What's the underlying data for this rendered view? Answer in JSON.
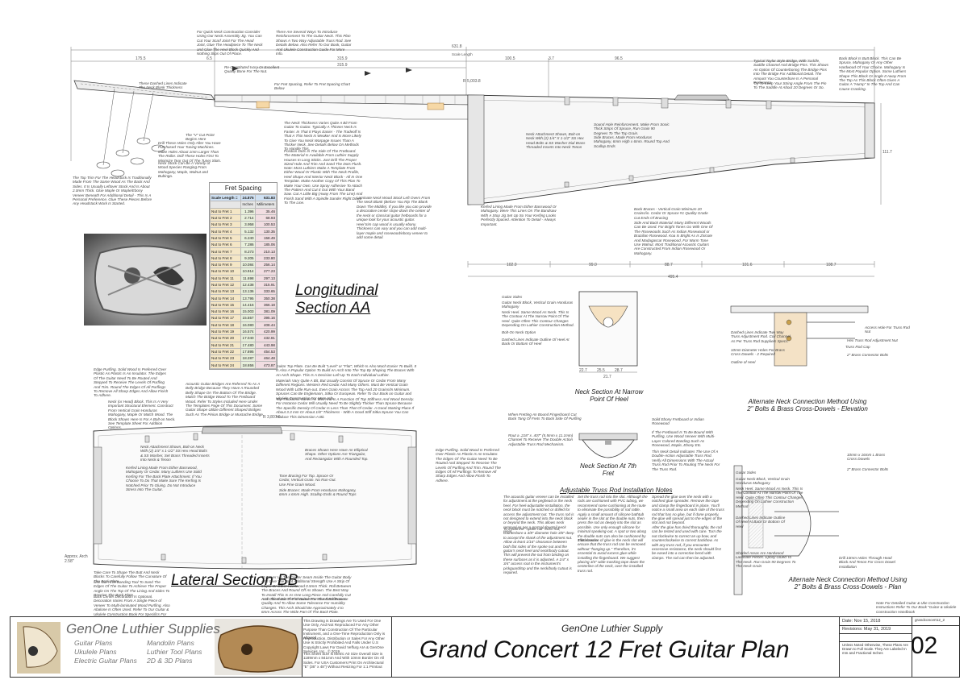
{
  "sections": {
    "longitudinal": "Longitudinal\nSection AA",
    "lateral": "Lateral Section BB",
    "neck_narrow": "Neck Section At Narrow\nPoint Of Heel",
    "neck_7th": "Neck Section At 7th\nFret",
    "alt_elevation": "Alternate Neck Connection Method Using\n2\" Bolts & Brass Cross-Dowels - Elevation",
    "alt_plan": "Alternate Neck Connection Method Using\n2\" Bolts & Brass Cross-Dowels - Plan",
    "truss_title": "Adjustable Truss Rod Installation Notes"
  },
  "fret_table": {
    "title": "Fret Spacing",
    "scale_label": "Scale Length =",
    "scale_in": "24.875",
    "scale_mm": "631.83",
    "col_in": "Inches",
    "col_mm": "Millimeters",
    "rows": [
      [
        "Nut to Fret 1",
        "1.396",
        "35.46"
      ],
      [
        "Nut to Fret 2",
        "2.714",
        "68.93"
      ],
      [
        "Nut to Fret 3",
        "3.958",
        "100.53"
      ],
      [
        "Nut to Fret 4",
        "5.132",
        "130.35"
      ],
      [
        "Nut to Fret 5",
        "6.240",
        "158.49"
      ],
      [
        "Nut to Fret 6",
        "7.286",
        "185.06"
      ],
      [
        "Nut to Fret 7",
        "8.273",
        "210.13"
      ],
      [
        "Nut to Fret 8",
        "9.205",
        "233.80"
      ],
      [
        "Nut to Fret 9",
        "10.084",
        "256.14"
      ],
      [
        "Nut to Fret 10",
        "10.914",
        "277.23"
      ],
      [
        "Nut to Fret 11",
        "11.698",
        "297.13"
      ],
      [
        "Nut to Fret 12",
        "12.438",
        "315.91"
      ],
      [
        "Nut to Fret 13",
        "13.136",
        "333.65"
      ],
      [
        "Nut to Fret 14",
        "13.795",
        "350.38"
      ],
      [
        "Nut to Fret 15",
        "14.416",
        "366.18"
      ],
      [
        "Nut to Fret 16",
        "15.003",
        "381.09"
      ],
      [
        "Nut to Fret 17",
        "15.557",
        "395.16"
      ],
      [
        "Nut to Fret 18",
        "16.080",
        "408.44"
      ],
      [
        "Nut to Fret 19",
        "16.574",
        "420.99"
      ],
      [
        "Nut to Fret 20",
        "17.040",
        "432.81"
      ],
      [
        "Nut to Fret 21",
        "17.480",
        "443.98"
      ],
      [
        "Nut to Fret 22",
        "17.895",
        "454.53"
      ],
      [
        "Nut to Fret 23",
        "18.287",
        "464.48"
      ],
      [
        "Nut to Fret 24",
        "18.656",
        "473.87"
      ]
    ]
  },
  "dims": {
    "overall": "631.8",
    "d175": "175.5",
    "d6": "6.5",
    "d315": "315.9",
    "d316": "315.9",
    "d100": "100.5",
    "d37": "3.7",
    "d96": "96.5",
    "r": "R 5,003.8",
    "scale_label": "Scale Length",
    "b102": "102.0",
    "b99": "99.0",
    "b88": "88.7",
    "b101": "101.6",
    "b108": "108.7",
    "total": "495.4",
    "h111": "111.7",
    "lat_r": "R 3,807.6",
    "approx": "Approx. Arch\n2.58\"",
    "n1": "22.7",
    "n2": "25.5",
    "n3": "28.7",
    "n4": "21.7"
  },
  "notes": {
    "n01": "For Quick Neck Construction Consider Using Our Neck Assembly Jig. You Can Cut Your Scarf Joint For The Head Joint, Glue The Headpiece To The Neck and Glue The Heel Block Quickly And Nothing Slips Out Of Place.",
    "n02": "There Are Several Ways To Introduce Reinforcement To The Guitar Neck. This Plan Shows A Two Way Adjustable Truss Rod. See Details Below. Also Refer To Our Book, Guitar And Ukulele Construction Guide For More Info.",
    "n03": "Re-Constituted Ivory Or Excellent Quality Bone For The Nut.",
    "n04": "These Dashed Lines Indicate The Neck Blank Thickness",
    "n05": "For Fret Spacing, Refer To Fret Spacing Chart Below",
    "n06": "The \"V\" Cut Point Begins Here",
    "n07": "Drill These Holes Only After You Have Purchased Your Tuning Machines. Make Holes About 1mm Larger Than The Roller. Drill These Holes First To Minimize Tear Out Of The Tuner Slots.",
    "n08": "Neck Stock Can Be A Variety of Wood Species Ranging From Mahogany, Maple, Walnut and Bubinga.",
    "n09": "The Top Trim For The Headstock Is Traditionally Made From The Same Wood As The Back And Sides. It Is Usually Leftover Stock And Is About 2.0mm Thick. Glue Maple Or Maple/Ebony Veneer Beneath For Additional Detail - This Is A Personal Preference. Glue These Pieces Before Any Headstock Work Is Started.",
    "n10": "The Neck Thickness Varies Quite A Bit From Guitar To Guitar. Typically A Thinner Neck Is Faster. In That It Plays Easier - The Tradeoff Is That A Thin Neck Is Weaker And Is More Likely To Give You Neck Warpage Issues Than A Thicker Neck. See Details Below On Methods To Handle This.",
    "n11": "Position Dots In The Side Of The Fretboard. The Material Is Available From Luthier Supply Houses In Long Sticks. Just Drill The Proper Sized Hole And Trim And Sand The Dots Flush.",
    "n12": "Note: Most Luthiers Make A Template From Either Wood Or Plastic With The Neck Profile, Heel Shape And Interior Neck Block - All In One Template. Make Another Copy Of This Plan To Make Your Own. Use Spray Adhesive To Attach The Pattern And Cut It Out With Your Band Saw. Cut A Little Big (Away From The Line) And Finish Sand With A Spindle Sander Right Down To The Line.",
    "n13": "Laminate Neck Wood Stock Left Overs From The Neck Blank (Before You Rip The Blank Down The Middle). If you like you can provide a decorative center stripe down the center of the neck or classical guitar fretboards for a unique look for your acoustic guitar.",
    "n14": "Heel trim cap wood is usually ebony. Thickness can vary and you can add multi-layer maple and rosewood/ebony veneer to add some detail.",
    "n15": "Neck Attachment Shown, Bolt-on Neck With (2) 1/4\" X 1-1/2\" SS Hex Head Bolts & SS Washer Dial Brass Threaded Inserts Into Neck Tenon",
    "n16": "Kerfed Lining Made From Either Basswood Or Mahogany. Were This Lines On The Bandsaw With A Stop Jig Set Up So Your Kerfing Looks Perfectly Spaced. Attention To Detail - Always Important.",
    "n17": "Sound Hole Reinforcement. Make From Sonic Thick Strips Of Spruce, Run Grain 90 Degrees To The Top Grain.",
    "n18": "Side Braces. Made From Honduras Mahogany, 6mm High x 6mm. Round Top And Scallop Ends",
    "n19": "Typical Taylor Style Bridge, With Saddle, Saddle Channel And Bridge Pins. This Shows An Option Of Counterboring The Bridge Pins Into The Bridge For Additional Detail. The Amount You Counterbore Is A Personal Preference.",
    "n20": "Try To Keep Your String Angle From The Pin To The Saddle At About 20 Degrees Or So.",
    "n21": "Back Block Is Butt Block. This Can Be Spruce, Mahogany Or Any Other Hardwood Of Your Choice. Mahogany Is The Most Popular Option. Some Luthiers Shape This Block Or Angle It Away From The Top As This Block Often Gives A Guitar A \"Hump\" In The Top And Can Cause Cracking.",
    "n22": "Back Braces - Vertical Grain Minimum 20 Grains/in. Cedar Or Spruce #1 Quality Grade Cut Ends Of Bracing",
    "n23": "Side And Back Material: Many Different Woods Can Be Used. For Bright Tones Go With One Of The Rosewoods Such As Indian Rosewood or Brazilian Rosewood. Koa Is Bright As Is Ziricote And Madagascar Rosewood. For Warm Tone Use Walnut. Most Traditional Acoustic Guitars Are Constructed From Indian Rosewood Or Mahogany.",
    "n24": "Edge Purfling. Solid Wood Is Preferred Over Plastic As Plastic Is An Insulator. The Edges Of The Guitar Need To Be Routed And Stepped To Receive The Levels Of Purfling And Trim. Round The Edges Of All Purflings To Remove All Sharp Edges And Allow Finish To Adhere.",
    "n25": "Neck (or Head) Block. This Is A Very Important Structural Element. Construct From Vertical Grain Honduras Mahogany, Maple Or Match Wood. The Block Shows Here Is For A Bolt-on Neck. See Template Sheet For Addition Options.",
    "n26": "Acoustic Guitar Bridges Are Referred To As A Belly Bridge Because They Have A Rounded Belly Shape On The Bottom Of The Bridge. Match The Bridge Wood To The Fretboard Wood. Refer To Styles Included Here Under The Templates Page Of This Document. Some Guitar Shape Utilize Different Shaped Bridges Such As The Pinion Bridge or Mustache Bridge.",
    "n27": "Guitar Top Plate. Can Be Built \"Level\" or \"Flat\", Which Is Also Much Easier To Build. It Is Also A Popular Option To Build An Arch Into The Top By Shaping The Braces With An Arch Shape. This Is A Decision Left Up To Each Individual Luthier.",
    "n28": "Materials Vary Quite A Bit, But Usually Consist Of Spruce Or Cedar From Many Different Regions. Western Red Cedar And Many Others. Must Be Vertical Grain Wood With Little Run-out. Even Grain Across The Top And 20 Grains/In Minimum. Spruces Can Be Englemann, Sitka Or European. Refer To Our Book on Guitar and Ukulele Construction For More Info.",
    "n29": "Top Thickness Varies As Well And Is A Function Of Top Stiffness And Wood Density. For Instance Cedar Will Usually Need To Be Slightly Thicker Than Spruce Because The Specific Density Of Cedar Is Less Than That Of Cedar. A Good Starting Place If About 3.3 mm Or About 1/8\" Thickness - With A Good Stiff Sitka Spruce You Can Reduce This Dimension A Bit.",
    "n30": "Neck Attachment Shown, Bolt-on Neck With (2) 1/4\" x 1-1/2\" SS Hex Head Bolts & SS Washer, Set Brass Threaded Inserts Into Neck & Tenon",
    "n31": "Kerfed Lining Made From Either Basswood, Mahogany Or Cedar. Many Luthiers Use Solid Kerfing For The Back Plate Attachment. If You Choose To Do That Make Sure The Kerfing Is Notched Prior To Gluing. Do Not Introduce Stress Into The Guitar.",
    "n32": "Braces Shown Here Have An Elliptical Shape. Other Options Are Triangular, And Rectangular With A Rounded Top.",
    "n33": "Tone Bracing For Top. Spruce Or Cedar, Vertical Grain. No Run-Out. Use Fine Grain Wood.",
    "n34": "Side Braces: Made From Honduras Mahogany, 6mm x 6mm High. Scallop Ends & Round Tops",
    "n35": "Edge Purfling. Solid Wood Is Preferred Over Plastic As Plastic Is An Insulator. The Edges Of The Guitar Need To Be Routed And Stepped To Receive The Levels Of Purfling And Trim. Round The Edges Of All Purflings To Remove All Sharp Edges And Allow Finish To Adhere.",
    "n36": "Take Care To Shape The Butt And Neck Blocks To Carefully Follow The Curvature Of The Back Plate.",
    "n37": "Use Our Arch Sanding Tool To Sand The Edges Of The Guitar To Achieve The Proper Angle On The Top Of The Lining And Sides To Receive The Back Plate.",
    "n38": "Back Center Decoration Is Optional. Decoration Varies From A Single Piece of Veneer To Multi-laminated Wood Purfling. Also Abalone Is Often Used. Refer To Our Guitar & Ukulele Construction Book For Specifics For Making And Installing The Center Decoration.",
    "n39": "To Cover Up The Center Seam Inside The Guitar Body And Give The Joint Additional Strength Use A Strip Of Maple Or Other Hardwood 0.5mm Thick. Roll Between The Braces And Round Off As Shown. The Best Way To Install This Is As One Long Piece And Carefully Cut And Chisel Out The Channels For The Back Braces.",
    "n40": "Arch The Back Of The Guitar For Sound Reflectance Quality And To Allow Some Tolerance For Humidity Changes. This Arch Should Be Approximately 4 to 6mm Across The Wide Part Of The Back Plate.",
    "n41": "Guitar Sides",
    "n42": "Guitar Neck Block, Vertical Grain Honduras Mahogany",
    "n43": "Neck Heel. Same Wood As Neck. This Is The Contour At The Narrow Point Of The Heel. Quite Often This Contour Changes Depending On Luthier Construction Method.",
    "n44": "Bolt-On Neck Option",
    "n45": "Dashed Lines Indicate Outline Of Heel At Back Or Bottom Of Heel",
    "n46": "When Fretting An Bound Fingerboard Cut Back Tang Of Frets To Back Side Of Purfling",
    "n47": "Rout a .218\" x .407\" (5.5mm x 11.1mm) Channel To Receive The Double Action Adjustable Truss Rod Mechanism.",
    "n48": "Solid Ebony Fretboard or Indian Rosewood",
    "n49": "If The Fretboard Is To Be Bound With Purfling, Use Wood Veneer With Multi-Layer Colored Banding Such As Rosewood, Maple, Ebony Etc.",
    "n50": "Thin Neck Detail Indicates The Use Of A Double-Action Adjustable Truss Rod. Verify All Dimensions With The Actual Truss Rod Prior To Routing The Neck For The Truss Rod.",
    "n51": "Access Hole For Truss Rod Nut",
    "n52": "Hex Truss Rod Adjustment Nut",
    "n53": "Truss Rod Cap",
    "n54": "Dashed Lines Indicate Two Way Truss Adjustment Rod. Coil Channel As Per Truss Rod Suppliers Specs.",
    "n55": "10mm Diameter Holes For Brass Cross Dowels - 2 Required",
    "n56": "2\" Brass Connector Bolts",
    "n57": "Outline of Heel",
    "n58": "The acoustic guitar veneer can be installed for adjustment at the peghead or the neck heel. For heel-adjustable installation, the neck block must be notched or drilled for access the adjustment nut. The truss rod is not designed to extend into the neck block or beyond the neck. This allows neck removal as per a normal dovetail neck reset.",
    "n59": "To install the \"spoke nut\" truss rod, counterbore a 3/8\" diameter hole 3/8\" deep to accept the shank of the adjustment nut. Allow at least 1/16\" clearance between both flat sides of the spoke nut and the guitar's neck heel and neck/body cutout. This will prevent the nut from binding on these surfaces as it is adjusted. A 1/4\" x 3/4\" access root in the instrument's pickguard/top and the neck/body cutout is required.",
    "n60": "Set the truss rod into the slot. Although the rods are cushioned with PVC tubing, we recommend some cushioning at the route to eliminate the possibility of rod rattle. Apply a small amount of silicone bathtub sealer in the slot at the double nuts, then press the rod as deeply into the slot as possible. Use only enough silicone for minimal speaking-out. A spot or two along the double nuts can also be cushioned by a little sealer.",
    "n61": "The absence of glue in the neck slot will ensure that the truss rod can be removed without \"hanging up.\" Therefore, it's essential to avoid excess glue while installing the fingerboard. We suggest placing 3/4\" wide masking tape down the centerline of the neck, over the installed truss rod.",
    "n62": "Spread the glue over the neck with a notched glue spreader. Remove the tape and clamp the fingerboard in place. You'll notice a small area on each side of the truss rod that has no glue, but if done properly, the glue will spread just to the edges of the slot and not beyond.",
    "n63": "After the glue has dried thoroughly, the rod can be tested and used with care. Turn the nut clockwise to correct an up bow, and counterclockwise to correct backbow. As with any truss rod, if you encounter excessive resistance, the neck should first be eased into a corrective bend with clamps. The rod can then be adjusted.",
    "n64": "Guitar Sides",
    "n65": "Guitar Neck Block, Vertical Grain Honduras Mahogany",
    "n66": "Neck Heel. Same Wood As Neck. This Is The Contour At The Narrow Point Of The Heel. Quite Often This Contour Changes Depending On Luthier Construction Method",
    "n67": "Dashed Lines Indicate Outline Of Heel At Back Or Bottom Of Heel",
    "n68": "Shaded Areas Are Hardwood Laminate Pieces. Epoxy Glued To The Neck. Run Grain 90 Degrees To The Neck Grain",
    "n69": "Drill 10mm Holes Through Head Block And Tenon For Cross Dowel Installation",
    "n70": "10mm x 16mm L Brass Cross Dowels",
    "n71": "2\" Brass Connector Bolts",
    "n72": "Note For Detailed Guitar & Uke Construction Instructions Refer To Our Book \"Guitar & Ukulele Construction Handbook"
  },
  "title_block": {
    "brand": "GenOne Luthier Supplies",
    "links": [
      "Guitar Plans",
      "Ukulele Plans",
      "Electric Guitar Plans",
      "Mandolin Plans",
      "Luthier Tool Plans",
      "2D & 3D Plans"
    ],
    "legal1": "This Drawing is Drawings Are To Used For One Use Only, And Not Reproduced For Any Other Purpose Than Construction Of The Particular Instrument, and a One-Time Reproduction Only is Allowed",
    "legal2": "Reproduction, Distribution or Sales For Any Other Use Is Strictly Prohibited And Falls Under U.S Copyright Laws For David Veffurg AIA & GenOne Services, Inc., © 2019",
    "legal3": "This Sheet Size Is Metric A0 Size Overall Size is 1189mm x 841mm And With 10mm Border On All Sides. For USA Customers Print On Architectural \"E\" (36\" x 48\") Without Resizing For 1:1 Printout",
    "subtitle": "GenOne Luthier Supply",
    "title": "Grand Concert 12 Fret Guitar Plan",
    "date": "Date: Nov 15, 2018",
    "revisions": "Revisions: May 31, 2019",
    "unless": "Unless Noted Otherwise, These Plans Are Drawn to Full Scale. They Are Labeled In mm and Fractional Inches",
    "file": "grandconcert12_2",
    "sheet": "02"
  }
}
